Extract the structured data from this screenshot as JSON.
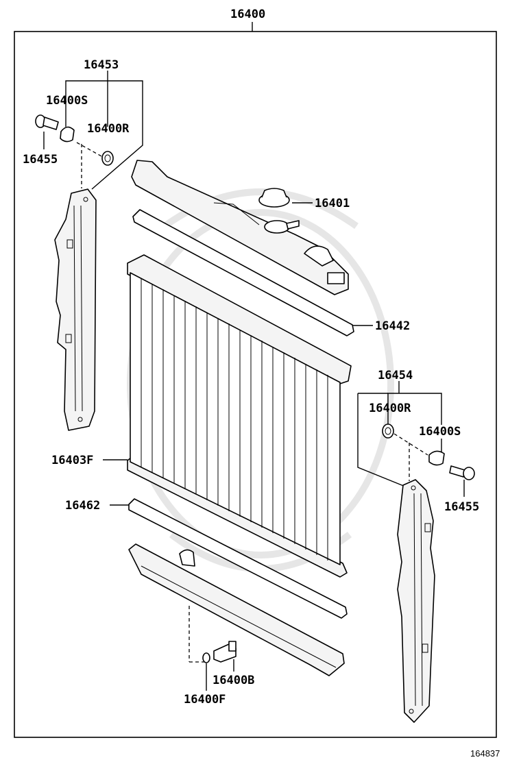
{
  "figure_id": "164837",
  "parts": {
    "assembly": "16400",
    "support_kit_left": "16453",
    "cushion_s_left": "16400S",
    "cushion_r_left": "16400R",
    "bolt_left": "16455",
    "cap": "16401",
    "gasket_upper": "16442",
    "support_kit_right": "16454",
    "cushion_r_right": "16400R",
    "cushion_s_right": "16400S",
    "bolt_right": "16455",
    "core": "16403F",
    "gasket_lower": "16462",
    "drain_cock": "16400B",
    "drain_o_ring": "16400F"
  }
}
